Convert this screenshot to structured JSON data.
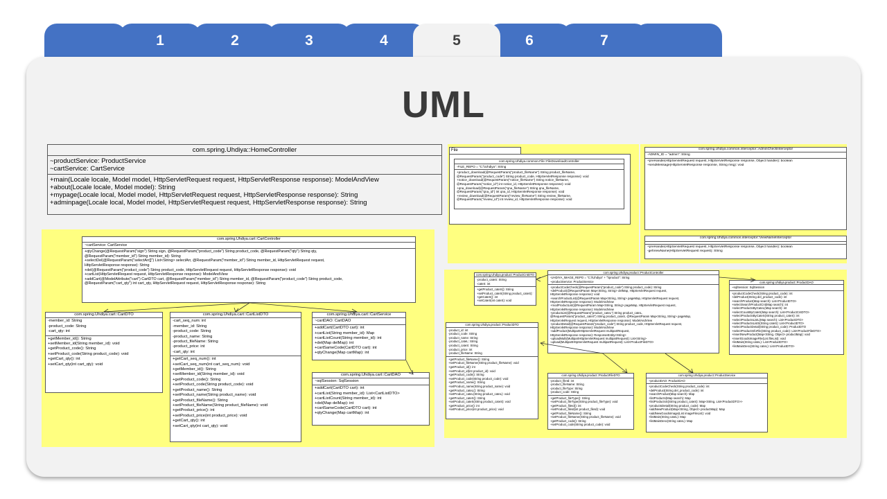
{
  "tabs": [
    {
      "label": ""
    },
    {
      "label": "1"
    },
    {
      "label": "2"
    },
    {
      "label": "3"
    },
    {
      "label": "4"
    },
    {
      "label": "5",
      "active": true
    },
    {
      "label": "6"
    },
    {
      "label": "7"
    },
    {
      "label": ""
    }
  ],
  "title": "UML",
  "home": {
    "name": "com.spring.Uhdiya::HomeController",
    "attrs": [
      "~productService: ProductService",
      "~cartService: CartService"
    ],
    "ops": [
      "+main(Locale locale, Model model, HttpServletRequest request, HttpServletResponse response): ModelAndView",
      "+about(Locale locale, Model model): String",
      "+mypage(Locale local, Model model, HttpServletRequest request, HttpServletResponse response): String",
      "+adminpage(Locale local, Model model, HttpServletRequest request, HttpServletResponse response): String"
    ]
  },
  "file": {
    "pkg": "File",
    "name": "com.spring.Uhdiya.common.File::FileDownloadController",
    "attrs": [
      "-FILE_REPO = \"C:\\\\Uhdiya\": String"
    ],
    "ops": [
      "+product_download(@RequestParam(\"product_fileName\") String product_fileName,",
      "@RequestParam(\"product_code\") String product_code, HttpServletResponse response): void",
      "+notice_download(@RequestParam(\"notice_fileName\") String notice_fileName,",
      "@RequestParam(\"notice_id\") int notice_id, HttpServletResponse response): void",
      "+qna_download(@RequestParam(\"qna_fileName\") String qna_fileName,",
      "@RequestParam(\"qna_id\") int qna_id, HttpServletResponse response): void",
      "+review_download(@RequestParam(\"review_fileName\") String review_fileName,",
      "@RequestParam(\"review_id\") int review_id, HttpServletResponse response): void"
    ]
  },
  "admin": {
    "name": "com.spring.Uhdiya.common.interceptor::AdminCheckInterceptor",
    "attrs": [
      "-ADMIN_ID = \"admin\": String"
    ],
    "ops": [
      "+preHandle(HttpServletRequest request, HttpServletResponse response, Object handler): boolean",
      "+sendMessage(HttpServletResponse response, String msg): void"
    ]
  },
  "viewname": {
    "name": "com.spring.Uhdiya.common.interceptor::ViewNameInterceptor",
    "ops": [
      "+preHandle(HttpServletRequest request, HttpServletResponse response, Object handler): boolean",
      "-getViewName(HttpServletRequest request): String"
    ]
  },
  "cartController": {
    "name": "com.spring.Uhdiya.cart::CartController",
    "attrs": [
      "~cartService: CartService"
    ],
    "ops": [
      "+qtyChange(@RequestParam(\"sign\") String sign, @RequestParam(\"product_code\") String product_code, @RequestParam(\"qty\") String qty,",
      "@RequestParam(\"member_id\") String member_id): String",
      "+selectDel(@RequestParam(\"selectArr[]\") List<String> selectArr, @RequestParam(\"member_id\") String member_id, HttpServletRequest request,",
      "HttpServletResponse response): String",
      "+del(@RequestParam(\"product_code\") String product_code, HttpServletRequest request, HttpServletResponse response): void",
      "+cartList(HttpServletRequest request, HttpServletResponse response): ModelAndView",
      "+addCart(@ModelAttribute(\"cart\") CartDTO cart, @RequestParam(\"member_id\") String member_id, @RequestParam(\"product_code\") String product_code,",
      "@RequestParam(\"cart_qty\") int cart_qty, HttpServletRequest request, HttpServletResponse response): String"
    ]
  },
  "cartDTO": {
    "name": "com.spring.Uhdiya.cart::CartDTO",
    "attrs": [
      "-member_id: String",
      "-product_code: String",
      "-cart_qty: int"
    ],
    "ops": [
      "+getMember_id(): String",
      "+setMember_id(String member_id): void",
      "+getProduct_code(): String",
      "+setProduct_code(String product_code): void",
      "+getCart_qty(): int",
      "+setCart_qty(int cart_qty): void"
    ]
  },
  "cartListDTO": {
    "name": "com.spring.Uhdiya.cart::CartListDTO",
    "attrs": [
      "-cart_seq_num: int",
      "-member_id: String",
      "-product_code: String",
      "-product_name: String",
      "-product_fileName: String",
      "-product_price: int",
      "-cart_qty: int"
    ],
    "ops": [
      "+getCart_seq_num(): int",
      "+setCart_seq_num(int cart_seq_num): void",
      "+getMember_id(): String",
      "+setMember_id(String member_id): void",
      "+getProduct_code(): String",
      "+setProduct_code(String product_code): void",
      "+getProduct_name(): String",
      "+setProduct_name(String product_name): void",
      "+getProduct_fileName(): String",
      "+setProduct_fileName(String product_fileName): void",
      "+getProduct_price(): int",
      "+setProduct_price(int product_price): void",
      "+getCart_qty(): int",
      "+setCart_qty(int cart_qty): void"
    ]
  },
  "cartService": {
    "name": "com.spring.Uhdiya.cart::CartService",
    "attrs": [
      "~cartDAO: CartDAO"
    ],
    "ops": [
      "+addCart(CartDTO cart): int",
      "+cartList(String member_id): Map",
      "+cartListCount(String member_id): int",
      "+del(Map delMap): int",
      "+cartSameCode(CartDTO cart): int",
      "+qtyChange(Map cartMap): int"
    ]
  },
  "cartDAO": {
    "name": "com.spring.Uhdiya.cart::CartDAO",
    "attrs": [
      "~sqlSession: SqlSession"
    ],
    "ops": [
      "+addCart(CartDTO cart): int",
      "+cartList(String member_id): List<CartListDTO>",
      "+cartListCount(String member_id): int",
      "+del(Map delMap): int",
      "+cartSameCode(CartDTO cart): int",
      "+qtyChange(Map cartMap): int"
    ]
  },
  "productCntDTO": {
    "name": "com.spring.Uhdiya.product::ProductCntDTO",
    "attrs": [
      "-product_cateS: String",
      "-cateS: int"
    ],
    "ops": [
      "+getProduct_cateS(): String",
      "+setProduct_cateS(String product_cateS): void",
      "+getCateS(): int",
      "+setCateS(int cateS): void"
    ]
  },
  "productController": {
    "name": "com.spring.Uhdiya.product::ProductController",
    "attrs": [
      "-UHDIYA_IMAGE_REPO = \"C:\\\\Uhdiya\" + \"\\\\product\": String",
      "~productService: ProductService"
    ],
    "ops": [
      "+productCodeCheck(@RequestParam(\"product_code\") String product_code): String",
      "+delProduct(@RequestParam Map<String, String> delMap, HttpServletRequest request,",
      "HttpServletResponse response): void",
      "+searchProductList(@RequestParam Map<String, String> pageMap, HttpServletRequest request,",
      "HttpServletResponse response): ModelAndView",
      "+modProductList(@RequestParam Map<String, String> pageMap, HttpServletRequest request,",
      "HttpServletResponse response): ModelAndView",
      "+productList(@RequestParam(\"product_cateL\") String product_cateL,",
      "@RequestParam(\"product_cateS\") String product_cateS, @RequestParam Map<String, String> pageMap,",
      "HttpServletRequest request, HttpServletResponse response): ModelAndView",
      "+productDetail(@RequestParam(\"product_code\") String product_code, HttpServletRequest request,",
      "HttpServletResponse response): ModelAndView",
      "+addProduct(MultipartHttpServletRequest multipartRequest,",
      "HttpServletResponse response): ResponseEntity<String>",
      "-uploadMulti(MultipartHttpServletRequest multipartRequest): List<String>",
      "-upload(MultipartHttpServletRequest multipartRequest): List<ProductFileDTO>"
    ]
  },
  "productDAO": {
    "name": "com.spring.Uhdiya.product::ProductDAO",
    "attrs": [
      "~sqlSession: SqlSession"
    ],
    "ops": [
      "+productCodeCheck(String product_code): int",
      "+delProduct(String del_product_code): int",
      "+searchProduct(Map search): List<ProductDTO>",
      "+selectSearchProductCnt(Map search): int",
      "+selectProductsByCateL(Map search): int",
      "+selectCountByCateS(Map search): List<ProductCntDTO>",
      "+selectProductsByCateS(String product_cateS): int",
      "+selectProductsListL(Map search): List<ProductDTO>",
      "+selectProductsListS(String cateS): List<ProductDTO>",
      "+selectProductDetail(String product_code): ProductDTO",
      "+selectProductInfoFile(String product_code): List<ProductFileDTO>",
      "+insertNewProduct(Map<String, Object> productMap): void",
      "+insertGoodsImageFile(List fileList): void",
      "+listMain(String cateL): List<ProductDTO>",
      "+listMainDesc(String cateL): List<ProductDTO>"
    ]
  },
  "productDTO": {
    "name": "com.spring.Uhdiya.product::ProductDTO",
    "attrs": [
      "-product_id: int",
      "-product_code: String",
      "-product_name: String",
      "-product_cateL: String",
      "-product_cateS: String",
      "-product_price: int",
      "-product_fileName: String"
    ],
    "ops": [
      "+getProduct_fileName(): String",
      "+setProduct_fileName(String product_fileName): void",
      "+getProduct_id(): int",
      "+setProduct_id(int product_id): void",
      "+getProduct_code(): String",
      "+setProduct_code(String product_code): void",
      "+getProduct_name(): String",
      "+setProduct_name(String product_name): void",
      "+getProduct_cateL(): String",
      "+setProduct_cateL(String product_cateL): void",
      "+getProduct_cateS(): String",
      "+setProduct_cateS(String product_cateS): void",
      "+getProduct_price(): int",
      "+setProduct_price(int product_price): void"
    ]
  },
  "productFileDTO": {
    "name": "com.spring.Uhdiya.product::ProductFileDTO",
    "attrs": [
      "-product_fileId: int",
      "-product_fileName: String",
      "-product_fileType: String",
      "-product_code: String"
    ],
    "ops": [
      "+getProduct_fileType(): String",
      "+setProduct_fileType(String product_fileType): void",
      "+getProduct_fileId(): int",
      "+setProduct_fileId(int product_fileId): void",
      "+getProduct_fileName(): String",
      "+setProduct_fileName(String product_fileName): void",
      "+getProduct_code(): String",
      "+setProduct_code(String product_code): void"
    ]
  },
  "productService": {
    "name": "com.spring.Uhdiya.product::ProductService",
    "attrs": [
      "~productDAO: ProductDAO"
    ],
    "ops": [
      "+productCodeCheck(String product_code): int",
      "+delProduct(String del_product_code): int",
      "+searchProduct(Map search): Map",
      "+listProducts(Map search): Map",
      "+listProductsS(String product_cateS): Map<String, List<ProductDTO>>",
      "+productsDetail(String product_code): Map",
      "+addNewProduct(Map<String, Object> productMap): Map",
      "+addNewGoodsImage(List imageFileList): void",
      "+listMain(String cateL): Map",
      "+listMainDesc(String cateL): Map"
    ]
  }
}
